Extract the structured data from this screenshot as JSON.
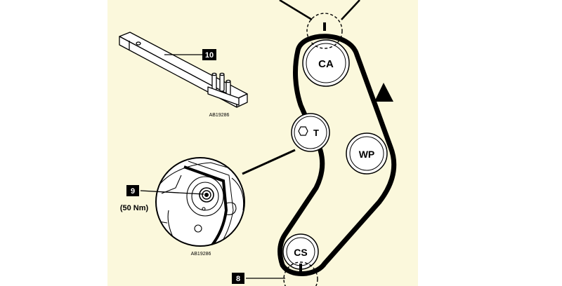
{
  "colors": {
    "background": "#fbf8dc",
    "page": "#ffffff",
    "ink": "#000000",
    "callout_fill": "#000000",
    "callout_text": "#ffffff"
  },
  "pulleys": {
    "camshaft": {
      "label": "CA"
    },
    "tensioner": {
      "label": "T",
      "icon": "hexagon-nut-icon"
    },
    "water_pump": {
      "label": "WP"
    },
    "crankshaft": {
      "label": "CS"
    }
  },
  "callouts": {
    "tool": {
      "number": "10"
    },
    "tensioner_bolt": {
      "number": "9",
      "torque": "(50 Nm)"
    },
    "crank_mark": {
      "number": "8"
    }
  },
  "image_codes": {
    "tool": "AB19286",
    "detail": "AB19286"
  },
  "rotation_arrow": {
    "icon": "triangle-arrow-icon"
  }
}
